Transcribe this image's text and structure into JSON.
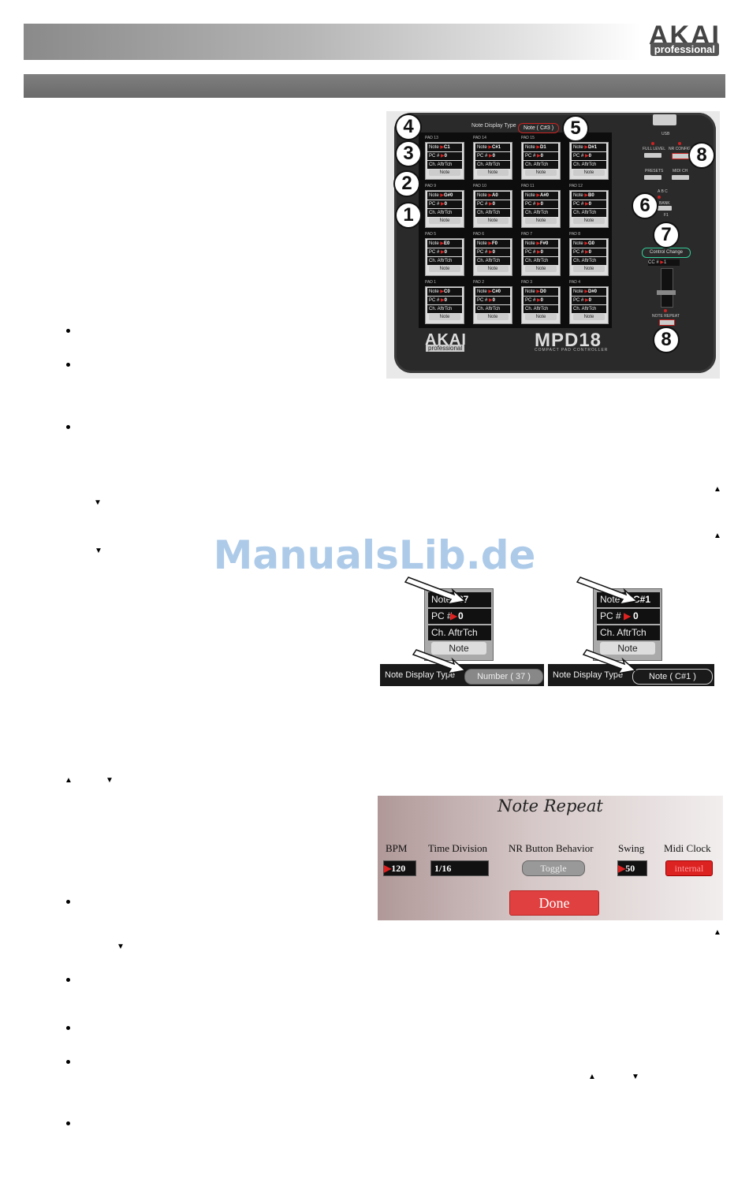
{
  "header": {
    "brand": "AKAI",
    "brand_sub": "professional"
  },
  "watermark": "ManualsLib.de",
  "device": {
    "note_display_label": "Note Display Type",
    "note_display_value": "Note ( C#3 )",
    "usb_label": "USB",
    "buttons": {
      "full_level": "FULL LEVEL",
      "nr_config": "NR CONFIG",
      "presets": "PRESETS",
      "midi_ch": "MIDI CH",
      "bank": "BANK",
      "abc": "A  B  C",
      "f1": "F1",
      "control_change": "Control Change",
      "cc": "CC #",
      "cc_value": "1",
      "note_repeat": "NOTE REPEAT"
    },
    "brand": "AKAI",
    "brand_sub": "professional",
    "model": "MPD18",
    "model_sub": "COMPACT PAD CONTROLLER",
    "row_labels": {
      "note": "Note",
      "pc": "PC #",
      "aftr": "Ch. AftrTch",
      "btn": "Note"
    },
    "pads": [
      {
        "label": "PAD 13",
        "note": "C1",
        "pc": "0"
      },
      {
        "label": "PAD 14",
        "note": "C#1",
        "pc": "0"
      },
      {
        "label": "PAD 15",
        "note": "D1",
        "pc": "0"
      },
      {
        "label": "PAD 16",
        "note": "D#1",
        "pc": "0"
      },
      {
        "label": "PAD 9",
        "note": "G#0",
        "pc": "0"
      },
      {
        "label": "PAD 10",
        "note": "A0",
        "pc": "0"
      },
      {
        "label": "PAD 11",
        "note": "A#0",
        "pc": "0"
      },
      {
        "label": "PAD 12",
        "note": "B0",
        "pc": "0"
      },
      {
        "label": "PAD 5",
        "note": "E0",
        "pc": "0"
      },
      {
        "label": "PAD 6",
        "note": "F0",
        "pc": "0"
      },
      {
        "label": "PAD 7",
        "note": "F#0",
        "pc": "0"
      },
      {
        "label": "PAD 8",
        "note": "G0",
        "pc": "0"
      },
      {
        "label": "PAD 1",
        "note": "C0",
        "pc": "0"
      },
      {
        "label": "PAD 2",
        "note": "C#0",
        "pc": "0"
      },
      {
        "label": "PAD 3",
        "note": "D0",
        "pc": "0"
      },
      {
        "label": "PAD 4",
        "note": "D#0",
        "pc": "0"
      }
    ],
    "callouts": [
      "4",
      "3",
      "2",
      "1",
      "5",
      "8",
      "6",
      "7",
      "8"
    ]
  },
  "zoom_left": {
    "note_label": "Note",
    "note_value": "37",
    "pc_label": "PC #",
    "pc_value": "0",
    "aftr_label": "Ch. AftrTch",
    "btn_label": "Note",
    "display_label": "Note Display Type",
    "display_value": "Number ( 37 )"
  },
  "zoom_right": {
    "note_label": "Note",
    "note_value": "C#1",
    "pc_label": "PC #",
    "pc_value": "0",
    "aftr_label": "Ch. AftrTch",
    "btn_label": "Note",
    "display_label": "Note Display Type",
    "display_value": "Note ( C#1 )"
  },
  "note_repeat": {
    "title": "Note Repeat",
    "bpm_label": "BPM",
    "bpm_value": "120",
    "time_div_label": "Time Division",
    "time_div_value": "1/16",
    "nr_behavior_label": "NR Button Behavior",
    "nr_behavior_value": "Toggle",
    "swing_label": "Swing",
    "swing_value": "50",
    "midi_clock_label": "Midi Clock",
    "midi_clock_value": "internal",
    "done_label": "Done"
  },
  "arrows": {
    "up": "▲",
    "down": "▼"
  }
}
